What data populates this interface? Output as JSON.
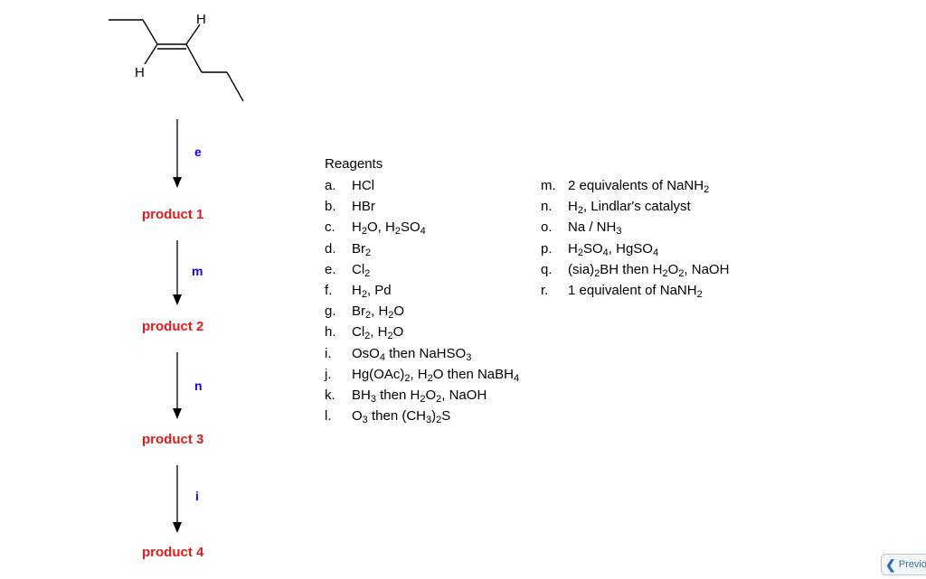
{
  "molecule": {
    "h_top": "H",
    "h_bottom": "H"
  },
  "scheme": {
    "steps": [
      {
        "label": "e"
      },
      {
        "label": "m"
      },
      {
        "label": "n"
      },
      {
        "label": "i"
      }
    ],
    "products": [
      {
        "label": "product 1"
      },
      {
        "label": "product 2"
      },
      {
        "label": "product 3"
      },
      {
        "label": "product 4"
      }
    ]
  },
  "reagents": {
    "title": "Reagents",
    "items": [
      {
        "letter": "a.",
        "html": "HCl"
      },
      {
        "letter": "b.",
        "html": "HBr"
      },
      {
        "letter": "c.",
        "html": "H<sub>2</sub>O, H<sub>2</sub>SO<sub>4</sub>"
      },
      {
        "letter": "d.",
        "html": "Br<sub>2</sub>"
      },
      {
        "letter": "e.",
        "html": "Cl<sub>2</sub>"
      },
      {
        "letter": "f.",
        "html": "H<sub>2</sub>, Pd"
      },
      {
        "letter": "g.",
        "html": "Br<sub>2</sub>, H<sub>2</sub>O"
      },
      {
        "letter": "h.",
        "html": "Cl<sub>2</sub>, H<sub>2</sub>O"
      },
      {
        "letter": "i.",
        "html": "OsO<sub>4</sub> then NaHSO<sub>3</sub>"
      },
      {
        "letter": "j.",
        "html": "Hg(OAc)<sub>2</sub>, H<sub>2</sub>O then NaBH<sub>4</sub>"
      },
      {
        "letter": "k.",
        "html": "BH<sub>3</sub> then H<sub>2</sub>O<sub>2</sub>, NaOH"
      },
      {
        "letter": "l.",
        "html": "O<sub>3</sub> then (CH<sub>3</sub>)<sub>2</sub>S"
      }
    ],
    "items2": [
      {
        "letter": "m.",
        "html": "2 equivalents of NaNH<sub>2</sub>"
      },
      {
        "letter": "n.",
        "html": "H<sub>2</sub>, Lindlar's catalyst"
      },
      {
        "letter": "o.",
        "html": "Na / NH<sub>3</sub>"
      },
      {
        "letter": "p.",
        "html": "H<sub>2</sub>SO<sub>4</sub>, HgSO<sub>4</sub>"
      },
      {
        "letter": "q.",
        "html": "(sia)<sub>2</sub>BH then H<sub>2</sub>O<sub>2</sub>, NaOH"
      },
      {
        "letter": "r.",
        "html": "1 equivalent of NaNH<sub>2</sub>"
      }
    ]
  },
  "nav": {
    "previous_label": "Previous"
  }
}
